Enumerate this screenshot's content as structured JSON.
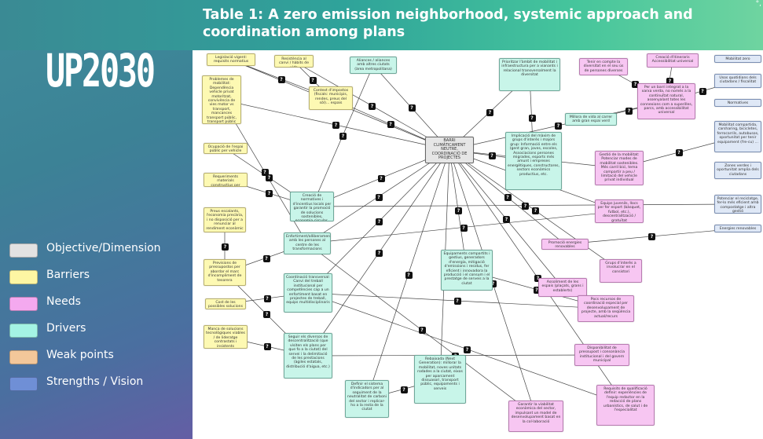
{
  "title": "Table 1: A zero emission neighborhood, systemic approach and coordination among plans",
  "logo": "UP2030",
  "corner_mark": "°,",
  "legend": [
    {
      "label": "Objective/Dimension",
      "color": "#e2e2e2"
    },
    {
      "label": "Barriers",
      "color": "#fdf6a3"
    },
    {
      "label": "Needs",
      "color": "#f4a9ef"
    },
    {
      "label": "Drivers",
      "color": "#a4f3e4"
    },
    {
      "label": "Weak points",
      "color": "#f3c79a"
    },
    {
      "label": "Strengths / Vision",
      "color": "#6f8fd6"
    }
  ],
  "badge_label": "?",
  "nodes": [
    {
      "id": "n1",
      "type": "barrier",
      "text": "Legislació vigent: requisits normatius"
    },
    {
      "id": "n2",
      "type": "barrier",
      "text": "Resistència al canvi / hàbits de vida"
    },
    {
      "id": "n3",
      "type": "driver",
      "text": "Aliances / aliances amb altres ciutats (àrea metropolitana)"
    },
    {
      "id": "n4",
      "type": "driver",
      "text": "Prioritzar l'àmbit de mobilitat i infraestructura per a vianants i relacional transversalment la diversitat"
    },
    {
      "id": "n5",
      "type": "need",
      "text": "Tenir en compte la diversitat en el seu ús de persones diverses"
    },
    {
      "id": "n6",
      "type": "need",
      "text": "Creació d'itineraris Accessibilitat universal"
    },
    {
      "id": "n7",
      "type": "vision",
      "text": "Mobilitat zero"
    },
    {
      "id": "n8",
      "type": "barrier",
      "text": "Problemes de mobilitat: Dependència vehicle privat motoritzat, convivència de vies motor vs transport, mancances transport públic, transport públic metropolità, poca mobilitat en bicicleta"
    },
    {
      "id": "n9",
      "type": "barrier",
      "text": "Context d'impostos (fiscals: municipis, rendes, preus del sòl)... espais"
    },
    {
      "id": "n10",
      "type": "need",
      "text": "Per un barri integrat a la xarxa verda, no només a la continuïtat natural, assenyalant totes les connexions com a superilles, parcs, amb accessibilitat universal"
    },
    {
      "id": "n11",
      "type": "vision",
      "text": "Usos quotidians dels ciutadans / fiscalitat"
    },
    {
      "id": "n12",
      "type": "vision",
      "text": "Normatives"
    },
    {
      "id": "n13",
      "type": "driver",
      "text": "Millora de vida al carrer amb gran espai verd"
    },
    {
      "id": "n14",
      "type": "objective",
      "text": "BARRI CLIMÀTICAMENT NEUTRE, COORDINACIÓ DE PROJECTES"
    },
    {
      "id": "n15",
      "type": "driver",
      "text": "Implicació del màxim de grups d'interès i majors grup: Informació entre els (gent gran, joves, escoles, Associacions persones migrades, esports més amunt i empreses energètiques, constructores, sectors econòmics productius, etc."
    },
    {
      "id": "n16",
      "type": "vision",
      "text": "Mobilitat compartida, carsharing, bicicletes, ferrocarrils, autobusos, oportunitat per tenir equipament (fre-cu) ..."
    },
    {
      "id": "n17",
      "type": "barrier",
      "text": "Ocupació de l'espai públic per vehicle privat"
    },
    {
      "id": "n18",
      "type": "need",
      "text": "Gestió de la mobilitat: Potenciar modes de mobilitat sostenibles. Més carril bici, tema compartir a peu / limitació del vehicle privat individual"
    },
    {
      "id": "n19",
      "type": "vision",
      "text": "Zones verdes i oportunitat amplia dels ciutadans"
    },
    {
      "id": "n20",
      "type": "barrier",
      "text": "Requeriments materials constructius per habitatge"
    },
    {
      "id": "n21",
      "type": "driver",
      "text": "Creació de normatives i d'incentius locals per garantir la promoció de solucions sostenibles, economia circular, etc."
    },
    {
      "id": "n22",
      "type": "vision",
      "text": "Potenciar el reciclatge, fer-lo més eficient amb compostatge i altra gestió"
    },
    {
      "id": "n23",
      "type": "barrier",
      "text": "Preus escalants, l'economia precària, i no disposició per a renunciar al rendiment econòmic"
    },
    {
      "id": "n24",
      "type": "need",
      "text": "Equips juvenils, llocs per fer esport (bàsquet, futbol, etc.), descentralització / gratuïtat"
    },
    {
      "id": "n25",
      "type": "driver",
      "text": "Enfortiment/alliberament amb les persones al centre de les transformacions"
    },
    {
      "id": "n26",
      "type": "need",
      "text": "Promoció energies renovables"
    },
    {
      "id": "n27",
      "type": "vision",
      "text": "Energies renovables"
    },
    {
      "id": "n28",
      "type": "barrier",
      "text": "Previsions de pressupostos per abordar el marc d'incompliment de tesorera"
    },
    {
      "id": "n29",
      "type": "driver",
      "text": "Equipaments compartits i gestius, generadors d'energia, mitigació d'emissions i residus, fer eficient i innovadora la producció i el consum i el prestatge de serveis a la ciutat"
    },
    {
      "id": "n30",
      "type": "need",
      "text": "Grups d'interès a involucrar en el consistori"
    },
    {
      "id": "n31",
      "type": "driver",
      "text": "Coordinació transversal: Canvi del treball institucional per competències cap a un enfortiment basat en projectes de treball, equips multidisciplinaris"
    },
    {
      "id": "n32",
      "type": "need",
      "text": "Assoliment de les espais (plaçats, grans i establerts)"
    },
    {
      "id": "n33",
      "type": "barrier",
      "text": "Cost de les possibles solucions"
    },
    {
      "id": "n34",
      "type": "need",
      "text": "Pocs recursos de coordinació especial per desenvolupament de projecte, amb la seqüència actual/recurs"
    },
    {
      "id": "n35",
      "type": "barrier",
      "text": "Manca de solucions tecnològiques viables / de lideratge contrastats i insistents"
    },
    {
      "id": "n36",
      "type": "driver",
      "text": "Seguir els diversos de descentralització (que visiten els plans per que fo a la ciutat) del servei i la delimitació de les prestacions (àgiles estatals, distribució d'aigua, etc.)"
    },
    {
      "id": "n37",
      "type": "need",
      "text": "Disponibilitat de pressupost i consonància institucional i del govern municipal"
    },
    {
      "id": "n38",
      "type": "driver",
      "text": "Rebaixada (Next Generation): millorar la mobilitat, noves unitats rodades a la ciutat, eixos per aparcament dissuasori, transport públic, equipaments i serveis"
    },
    {
      "id": "n39",
      "type": "driver",
      "text": "Definir el sistema d'indicadors per al seguiment de la neutralitat de carboni del sector i replicar-ho a la resta de la ciutat"
    },
    {
      "id": "n40",
      "type": "need",
      "text": "Garantir la viabilitat econòmica del sector, impulsant un model de desenvolupament basat en la col·laboració"
    },
    {
      "id": "n41",
      "type": "need",
      "text": "Requisits de qualificació definir: experiències de l'equip redactor en la redacció de plans urbanístics, de salut i de l'especialitat"
    }
  ]
}
